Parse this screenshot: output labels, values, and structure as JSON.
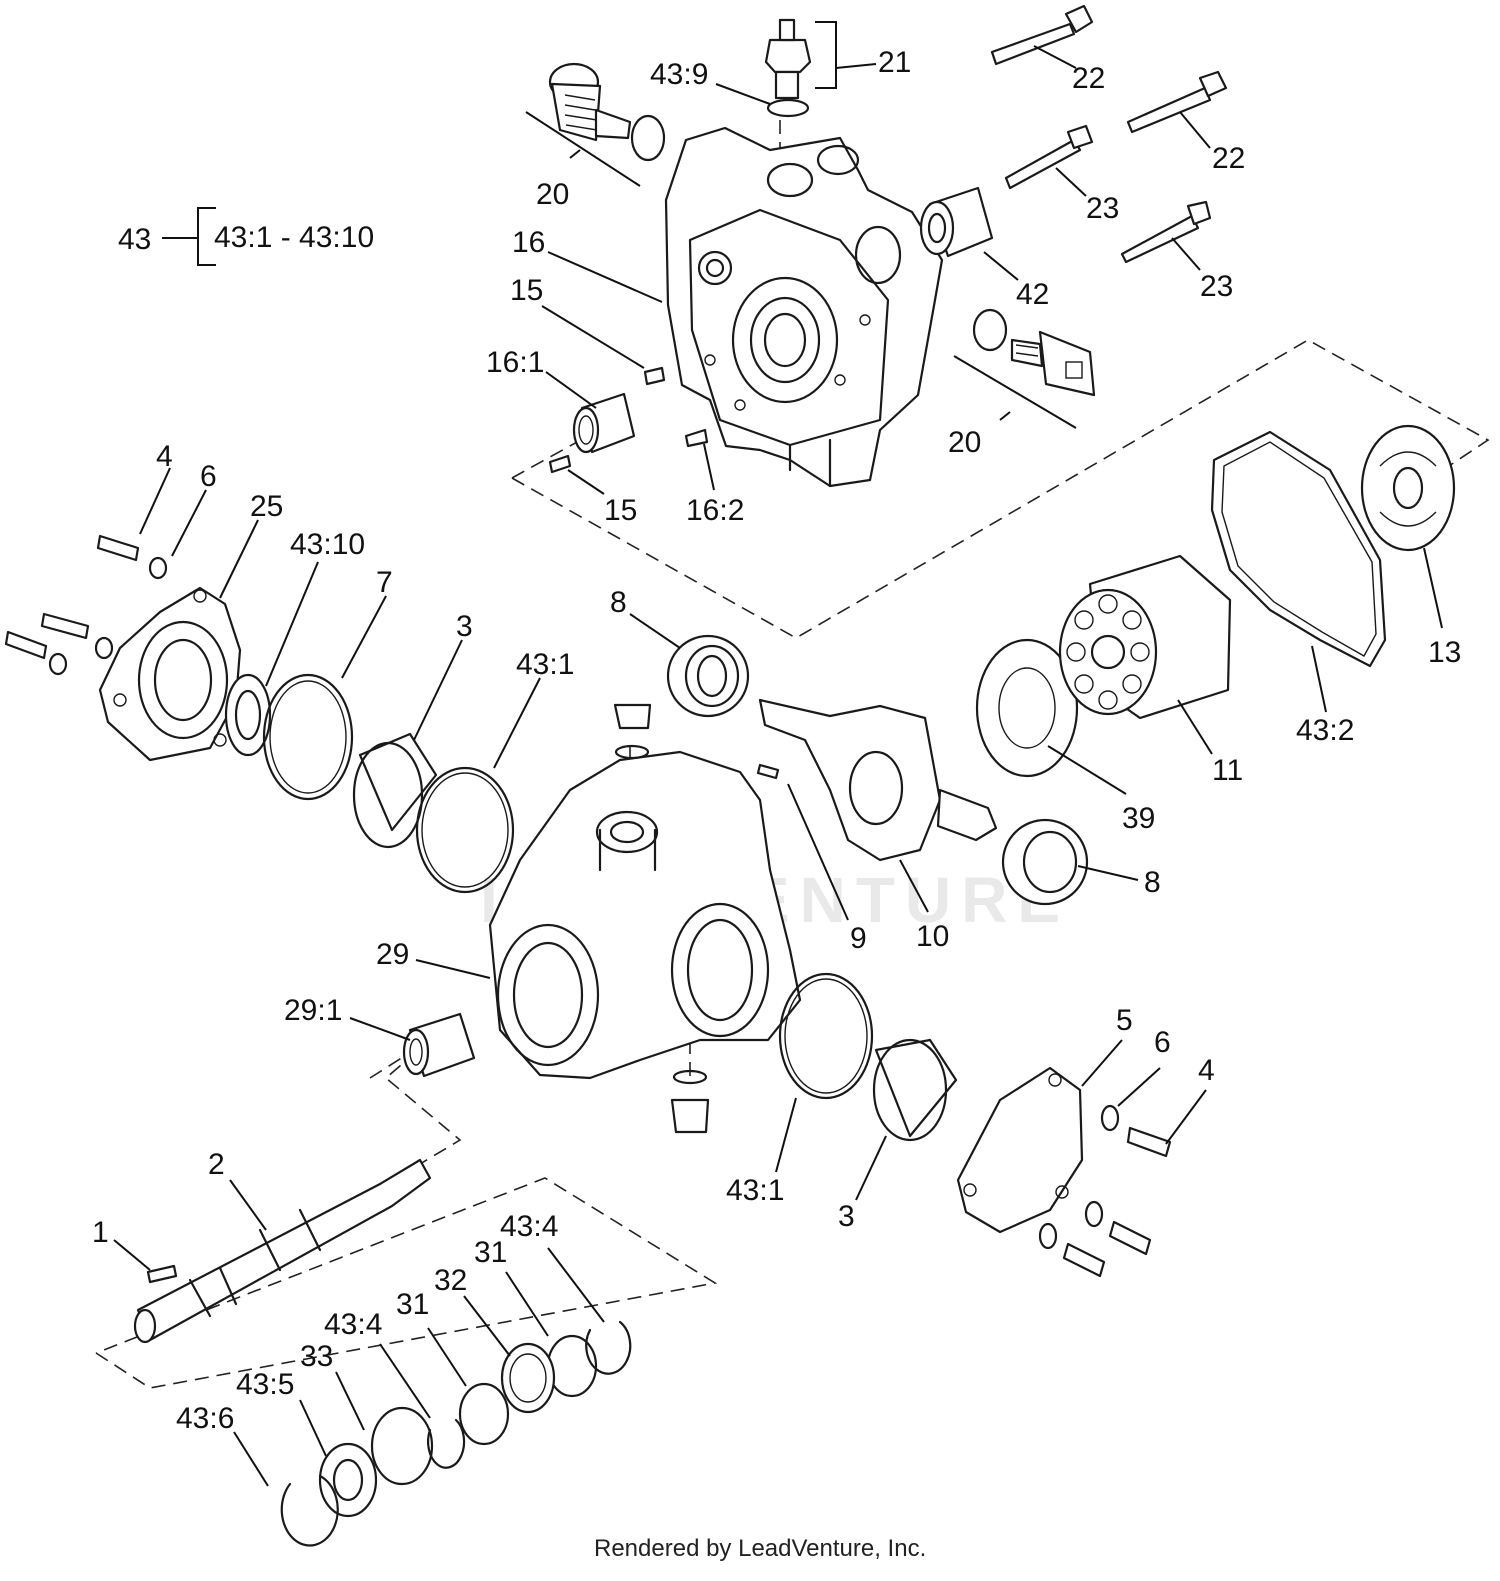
{
  "footer": "Rendered by LeadVenture, Inc.",
  "watermark": "LEADVENTURE",
  "kit": {
    "number": "43",
    "range": "43:1 - 43:10"
  },
  "callouts": [
    {
      "id": "21",
      "label": "21"
    },
    {
      "id": "43-9",
      "label": "43:9"
    },
    {
      "id": "22a",
      "label": "22"
    },
    {
      "id": "22b",
      "label": "22"
    },
    {
      "id": "23a",
      "label": "23"
    },
    {
      "id": "23b",
      "label": "23"
    },
    {
      "id": "20a",
      "label": "20"
    },
    {
      "id": "20b",
      "label": "20"
    },
    {
      "id": "16",
      "label": "16"
    },
    {
      "id": "15a",
      "label": "15"
    },
    {
      "id": "15b",
      "label": "15"
    },
    {
      "id": "16-1",
      "label": "16:1"
    },
    {
      "id": "16-2",
      "label": "16:2"
    },
    {
      "id": "42",
      "label": "42"
    },
    {
      "id": "4a",
      "label": "4"
    },
    {
      "id": "6a",
      "label": "6"
    },
    {
      "id": "25",
      "label": "25"
    },
    {
      "id": "43-10",
      "label": "43:10"
    },
    {
      "id": "7",
      "label": "7"
    },
    {
      "id": "3a",
      "label": "3"
    },
    {
      "id": "43-1a",
      "label": "43:1"
    },
    {
      "id": "8a",
      "label": "8"
    },
    {
      "id": "8b",
      "label": "8"
    },
    {
      "id": "9",
      "label": "9"
    },
    {
      "id": "10",
      "label": "10"
    },
    {
      "id": "39",
      "label": "39"
    },
    {
      "id": "11",
      "label": "11"
    },
    {
      "id": "43-2",
      "label": "43:2"
    },
    {
      "id": "13",
      "label": "13"
    },
    {
      "id": "29",
      "label": "29"
    },
    {
      "id": "29-1",
      "label": "29:1"
    },
    {
      "id": "43-1b",
      "label": "43:1"
    },
    {
      "id": "3b",
      "label": "3"
    },
    {
      "id": "5",
      "label": "5"
    },
    {
      "id": "6b",
      "label": "6"
    },
    {
      "id": "4b",
      "label": "4"
    },
    {
      "id": "2",
      "label": "2"
    },
    {
      "id": "1",
      "label": "1"
    },
    {
      "id": "43-4a",
      "label": "43:4"
    },
    {
      "id": "31a",
      "label": "31"
    },
    {
      "id": "32",
      "label": "32"
    },
    {
      "id": "31b",
      "label": "31"
    },
    {
      "id": "43-4b",
      "label": "43:4"
    },
    {
      "id": "33",
      "label": "33"
    },
    {
      "id": "43-5",
      "label": "43:5"
    },
    {
      "id": "43-6",
      "label": "43:6"
    }
  ]
}
